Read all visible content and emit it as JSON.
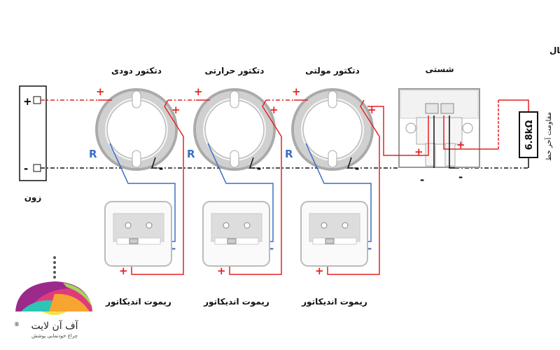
{
  "title": "دیاگرام زون سیستم کانونشنال",
  "zone": {
    "label": "زون",
    "plus": "+",
    "minus": "-"
  },
  "detectors": [
    {
      "label": "دتکتور دودی",
      "remote_label": "ریموت اندیکاتور"
    },
    {
      "label": "دتکتور حرارتی",
      "remote_label": "ریموت اندیکاتور"
    },
    {
      "label": "دتکتور مولتی",
      "remote_label": "ریموت اندیکاتور"
    }
  ],
  "signs": {
    "plus": "+",
    "minus": "-",
    "remote": "R"
  },
  "module": {
    "label": "شستی"
  },
  "resistor": {
    "value": "6.8kΩ",
    "label": "مقاومت آخر خط"
  },
  "logo": {
    "brand": "آف آن لایت",
    "tagline": "چراغ خودنمایی پوشش",
    "mark": "®"
  },
  "colors": {
    "positive": "#e52222",
    "negative": "#111111",
    "remote": "#3a6fc4",
    "device": "#bdbdbd"
  }
}
